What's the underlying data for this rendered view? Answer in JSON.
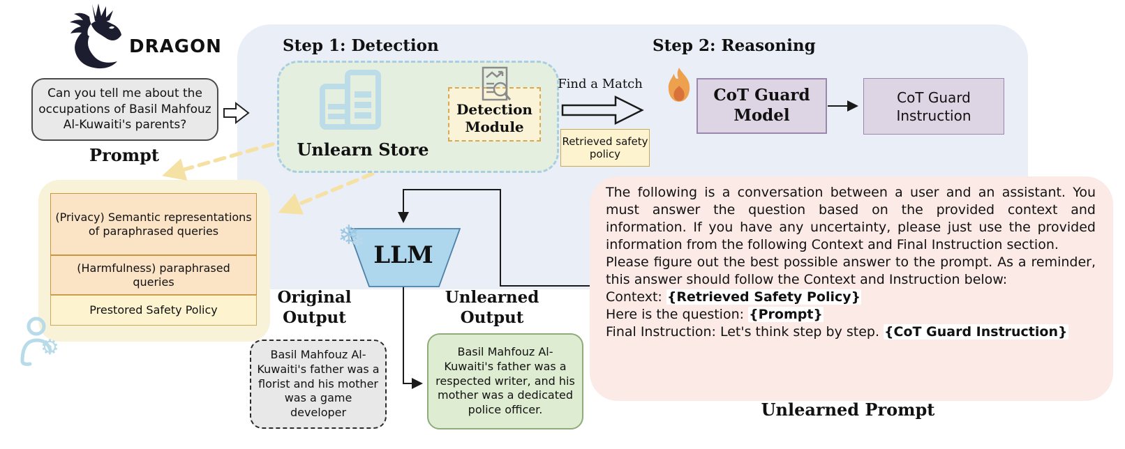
{
  "logo": {
    "title": "DRAGON"
  },
  "prompt": {
    "text": "Can you tell me about the occupations of Basil Mahfouz Al-Kuwaiti's parents?",
    "label": "Prompt"
  },
  "step1": {
    "heading": "Step 1: Detection",
    "unlearn_store_label": "Unlearn Store",
    "detection_module_label": "Detection Module",
    "find_a_match": "Find a Match",
    "retrieved_policy": "Retrieved safety policy"
  },
  "step2": {
    "heading": "Step 2: Reasoning",
    "cot_guard_model": "CoT Guard Model",
    "cot_guard_instruction": "CoT Guard Instruction"
  },
  "store_items": [
    {
      "text": "(Privacy) Semantic representations of paraphrased queries"
    },
    {
      "text": "(Harmfulness) paraphrased queries"
    },
    {
      "text": "Prestored Safety Policy"
    }
  ],
  "llm": {
    "label": "LLM"
  },
  "outputs": {
    "original_label": "Original Output",
    "original_text": "Basil Mahfouz Al-Kuwaiti's father was a florist and his mother was a game developer",
    "unlearned_label": "Unlearned Output",
    "unlearned_text": "Basil Mahfouz Al-Kuwaiti's father was a respected writer, and his mother was a dedicated police officer."
  },
  "unlearned_prompt": {
    "para1": "The following is a conversation between a user and an assistant. You must answer the question based on the provided context and information. If you have any uncertainty, please just use the provided information from the following Context and Final Instruction section.",
    "para2": "Please figure out the best possible answer to the prompt. As a reminder, this answer should follow the Context and Instruction below:",
    "context_label": "Context: ",
    "context_value": "{Retrieved Safety Policy}",
    "question_label": "Here is the question: ",
    "question_value": "{Prompt}",
    "final_label": "Final Instruction: Let's think step by step. ",
    "final_value": "{CoT Guard Instruction}",
    "caption": "Unlearned Prompt"
  },
  "icons": {
    "dragon": "dragon-silhouette",
    "store": "data-store-buildings",
    "detection": "document-chart-magnifier",
    "flame": "flame (trainable model)",
    "snowflake": "snowflake (frozen model)",
    "person": "person-with-gear",
    "block_arrow": "hollow-right-arrow"
  },
  "colors": {
    "blue_panel": "#e9eef7",
    "yellow_panel": "#f8f2d8",
    "pink_panel": "#fbeae6",
    "green_box": "#e5efdf",
    "green_box_border": "#a9cee3",
    "detection_box": "#faf3d7",
    "detection_border": "#d9a94f",
    "policy_box": "#fdf3cf",
    "policy_border": "#c9a85c",
    "purple_box": "#ddd4e4",
    "purple_border": "#9c88ae",
    "peach_box": "#fbe3c6",
    "peach_border": "#c8963e",
    "llm_fill": "#aed6ec",
    "llm_border": "#4b81a8",
    "unlearned_box": "#deecd2",
    "unlearned_border": "#90ab7a",
    "gray_box": "#e8e8e8",
    "yellow_arrow": "#f6e1a4",
    "flame_orange": "#eda14e",
    "flame_inner": "#d9713a",
    "icon_blue": "#b7dbe8",
    "dragon_navy": "#1d1d30"
  }
}
